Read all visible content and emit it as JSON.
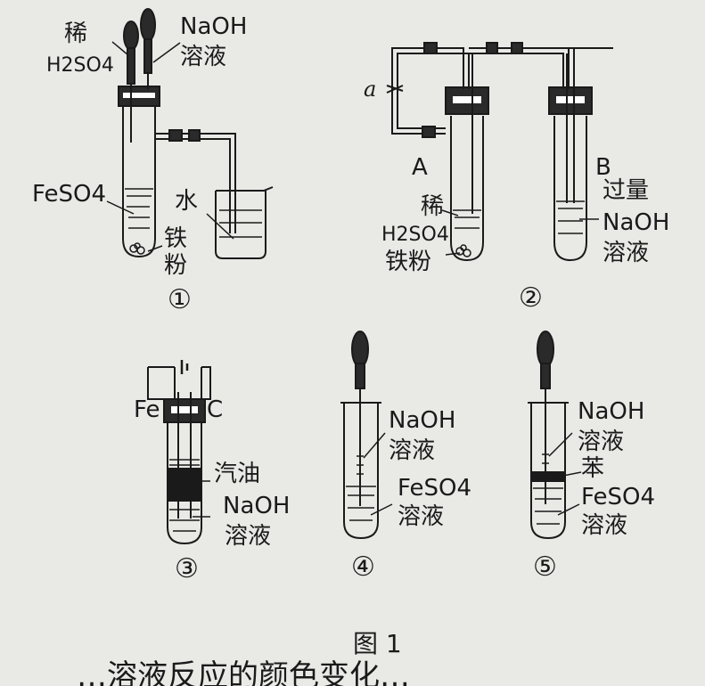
{
  "figure": {
    "caption": "图 1",
    "bottom_text": "…溶液反应的颜色变化…"
  },
  "panel1": {
    "number": "①",
    "dropper_left_label_line1": "稀",
    "dropper_left_label_line2": "H2SO4",
    "dropper_right_label_line1": "NaOH",
    "dropper_right_label_line2": "溶液",
    "tube_label": "FeSO4",
    "beaker_label": "水",
    "powder_label_line1": "铁",
    "powder_label_line2": "粉"
  },
  "panel2": {
    "number": "②",
    "clamp_label": "a",
    "tube_a_label": "A",
    "tube_b_label": "B",
    "tube_a_content_line1": "稀",
    "tube_a_content_line2": "H2SO4",
    "tube_a_content_line3": "铁粉",
    "tube_b_content_line1": "过量",
    "tube_b_content_line2": "NaOH",
    "tube_b_content_line3": "溶液"
  },
  "panel3": {
    "number": "③",
    "electrode_left": "Fe",
    "electrode_right": "C",
    "layer_top": "汽油",
    "layer_bottom_line1": "NaOH",
    "layer_bottom_line2": "溶液"
  },
  "panel4": {
    "number": "④",
    "dropper_label_line1": "NaOH",
    "dropper_label_line2": "溶液",
    "tube_label_line1": "FeSO4",
    "tube_label_line2": "溶液"
  },
  "panel5": {
    "number": "⑤",
    "dropper_label_line1": "NaOH",
    "dropper_label_line2": "溶液",
    "layer_label": "苯",
    "tube_label_line1": "FeSO4",
    "tube_label_line2": "溶液"
  },
  "colors": {
    "ink": "#1a1a1a",
    "background": "#e9e9e6",
    "rubber": "#2a2a2a"
  }
}
